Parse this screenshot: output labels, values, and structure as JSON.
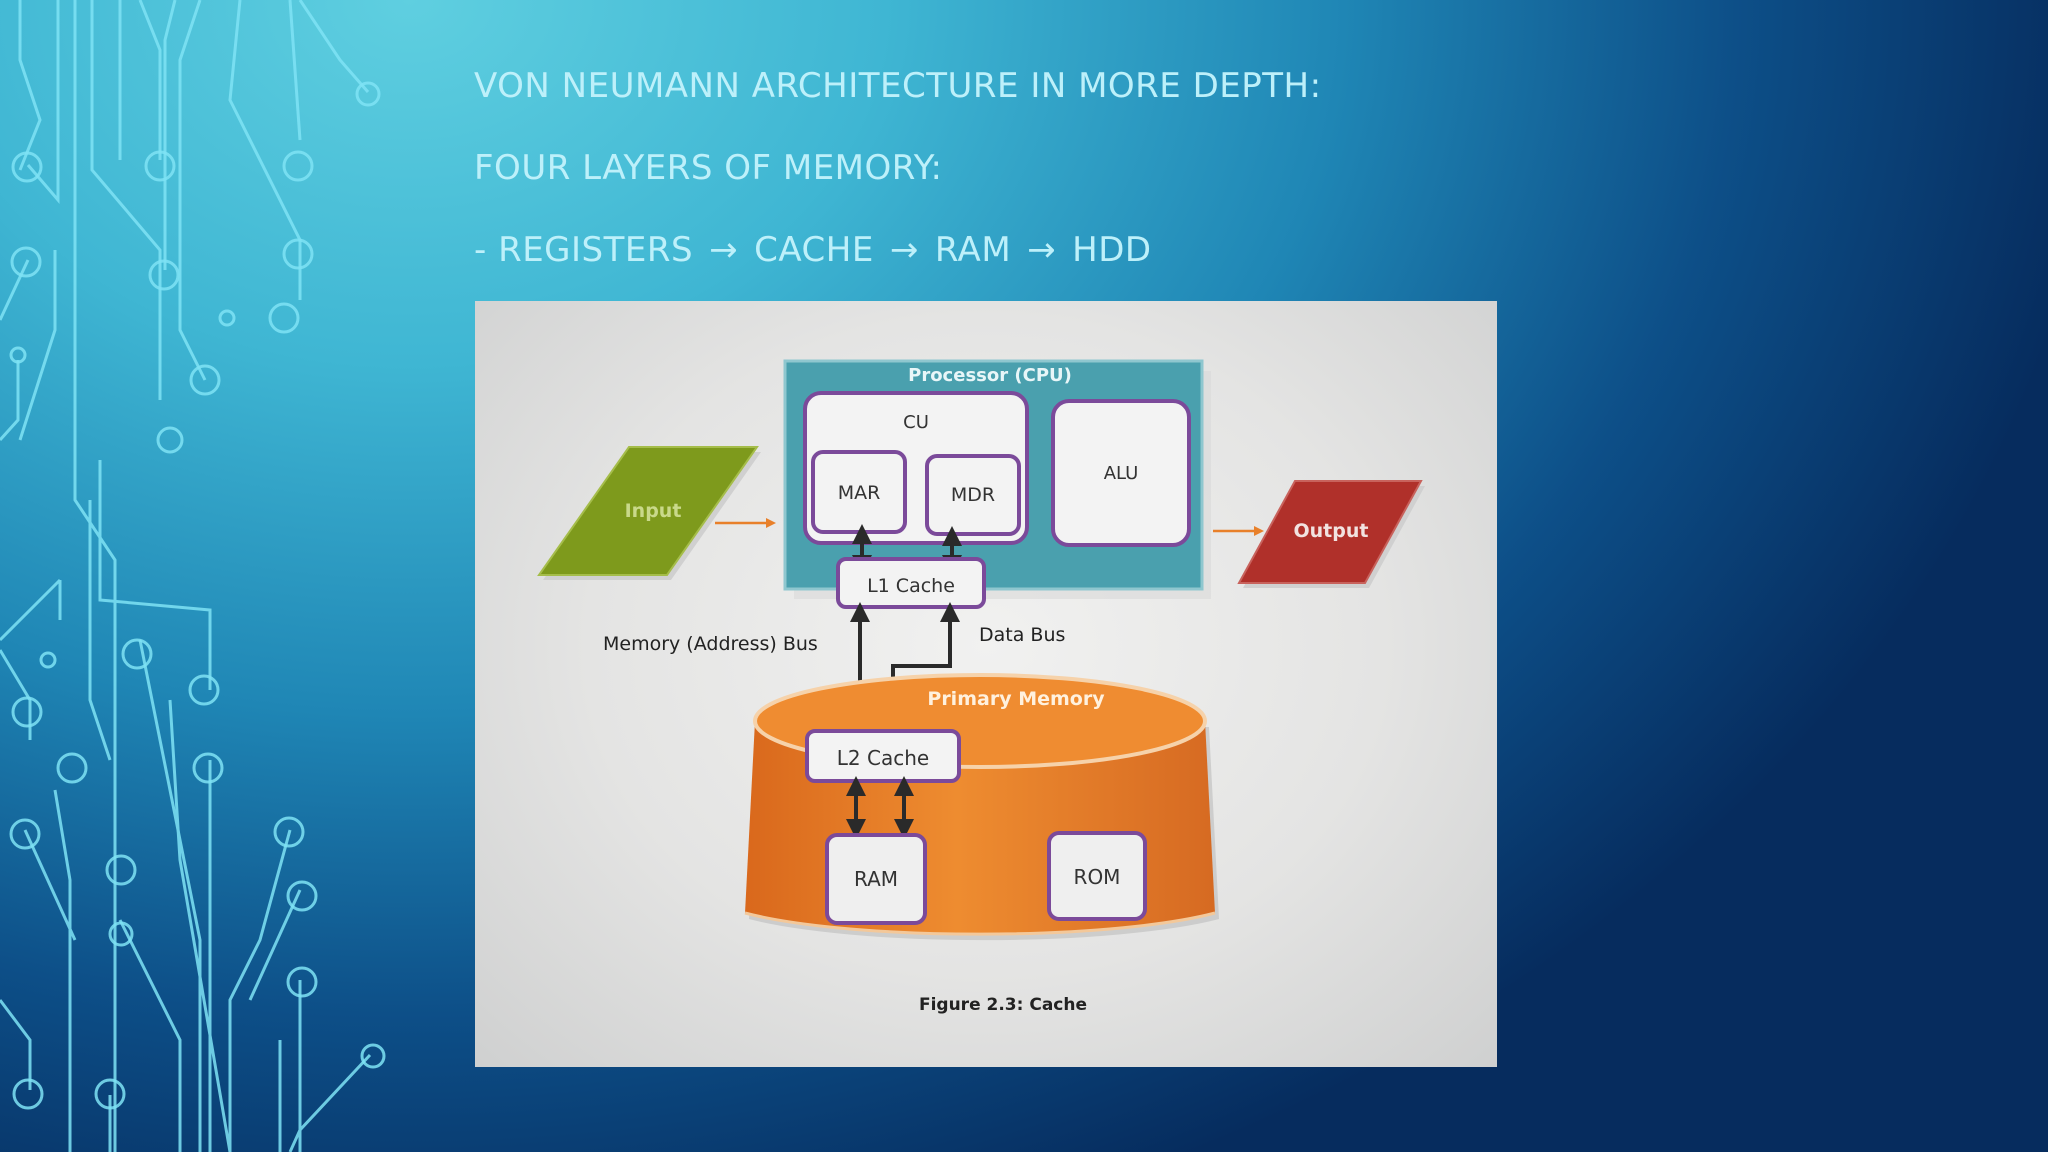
{
  "slide": {
    "title_line_1": "VON NEUMANN ARCHITECTURE IN MORE DEPTH:",
    "title_line_2": "FOUR LAYERS OF MEMORY:",
    "title_line_3_prefix": "- ",
    "memory_layers": [
      "REGISTERS",
      "CACHE",
      "RAM",
      "HDD"
    ],
    "arrow_glyph": "→"
  },
  "diagram": {
    "processor_label": "Processor (CPU)",
    "cu_label": "CU",
    "mar_label": "MAR",
    "mdr_label": "MDR",
    "alu_label": "ALU",
    "input_label": "Input",
    "output_label": "Output",
    "l1_cache_label": "L1 Cache",
    "memory_bus_label": "Memory (Address) Bus",
    "data_bus_label": "Data Bus",
    "primary_memory_label": "Primary Memory",
    "l2_cache_label": "L2 Cache",
    "ram_label": "RAM",
    "rom_label": "ROM",
    "caption": "Figure 2.3: Cache"
  },
  "colors": {
    "title_text": "#bdf0fa",
    "circuit_lines": "#7fe3f5",
    "processor_fill": "#4aa0ae",
    "input_fill": "#7e9a1c",
    "output_fill": "#b0302a",
    "memory_fill": "#e8802a",
    "box_border": "#7b4a9a"
  }
}
